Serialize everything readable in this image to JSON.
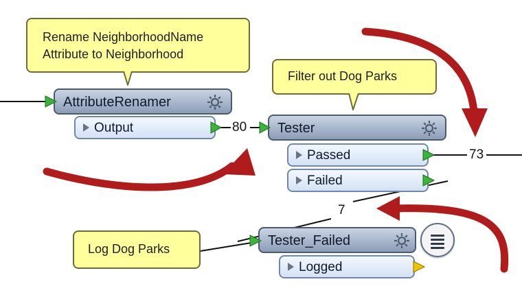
{
  "notes": {
    "rename": [
      "Rename NeighborhoodName",
      "Attribute to Neighborhood"
    ],
    "filter": "Filter out Dog Parks",
    "log": "Log Dog Parks"
  },
  "transformers": {
    "renamer": {
      "name": "AttributeRenamer",
      "ports": [
        "Output"
      ]
    },
    "tester": {
      "name": "Tester",
      "ports": [
        "Passed",
        "Failed"
      ]
    },
    "logger": {
      "name": "Tester_Failed",
      "ports": [
        "Logged"
      ]
    }
  },
  "counts": {
    "renamer_to_tester": "80",
    "passed": "73",
    "failed": "7"
  },
  "icons": {
    "settings": "gear-icon",
    "port_expand": "triangle-right-icon",
    "inspect": "list-icon",
    "connector_in": "green-triangle",
    "connector_logger_out": "yellow-triangle"
  },
  "colors": {
    "note_fill": "#ffff9c",
    "transformer_fill": "#a9b8cf",
    "port_fill": "#e3ecf8",
    "connector_green": "#3bb43b",
    "connector_yellow": "#f2c400",
    "arrow_red": "#b01c1c"
  }
}
